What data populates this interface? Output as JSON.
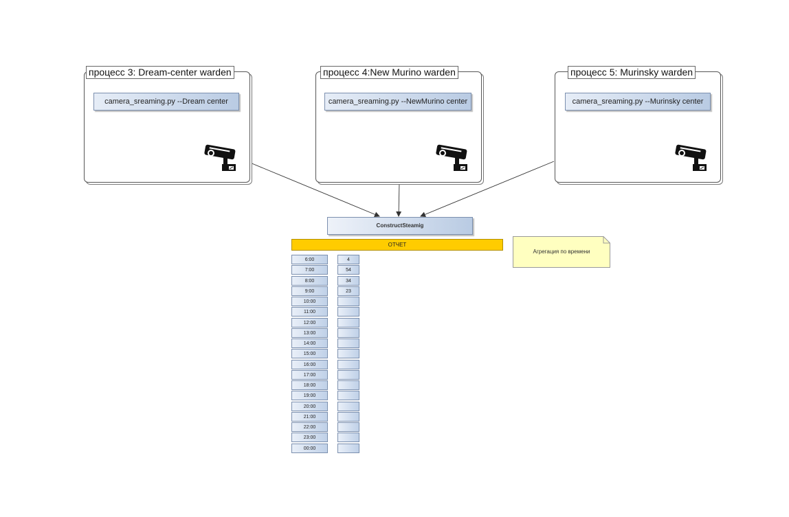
{
  "processes": [
    {
      "title": "процесс 3: Dream-center warden",
      "module": "camera_sreaming.py --Dream center",
      "icon": "cctv-camera-icon"
    },
    {
      "title": "процесс 4:New Murino warden",
      "module": "camera_sreaming.py --NewMurino center",
      "icon": "cctv-camera-icon"
    },
    {
      "title": "процесс 5: Murinsky warden",
      "module": "camera_sreaming.py --Murinsky center",
      "icon": "cctv-camera-icon"
    }
  ],
  "construct": {
    "label": "ConstructSteamig"
  },
  "report": {
    "label": "ОТЧЕТ"
  },
  "note": {
    "text": "Агрегация по времени"
  },
  "table": {
    "times": [
      "6:00",
      "7:00",
      "8:00",
      "9:00",
      "10:00",
      "11:00",
      "12:00",
      "13:00",
      "14:00",
      "15:00",
      "16:00",
      "17:00",
      "18:00",
      "19:00",
      "20:00",
      "21:00",
      "22:00",
      "23:00",
      "00:00"
    ],
    "values": [
      "4",
      "54",
      "34",
      "23",
      "",
      "",
      "",
      "",
      "",
      "",
      "",
      "",
      "",
      "",
      "",
      "",
      "",
      "",
      ""
    ]
  },
  "colors": {
    "report_bar": "#ffcc00",
    "note_fill": "#ffffc0",
    "module_fill": "#b9cbe3"
  }
}
